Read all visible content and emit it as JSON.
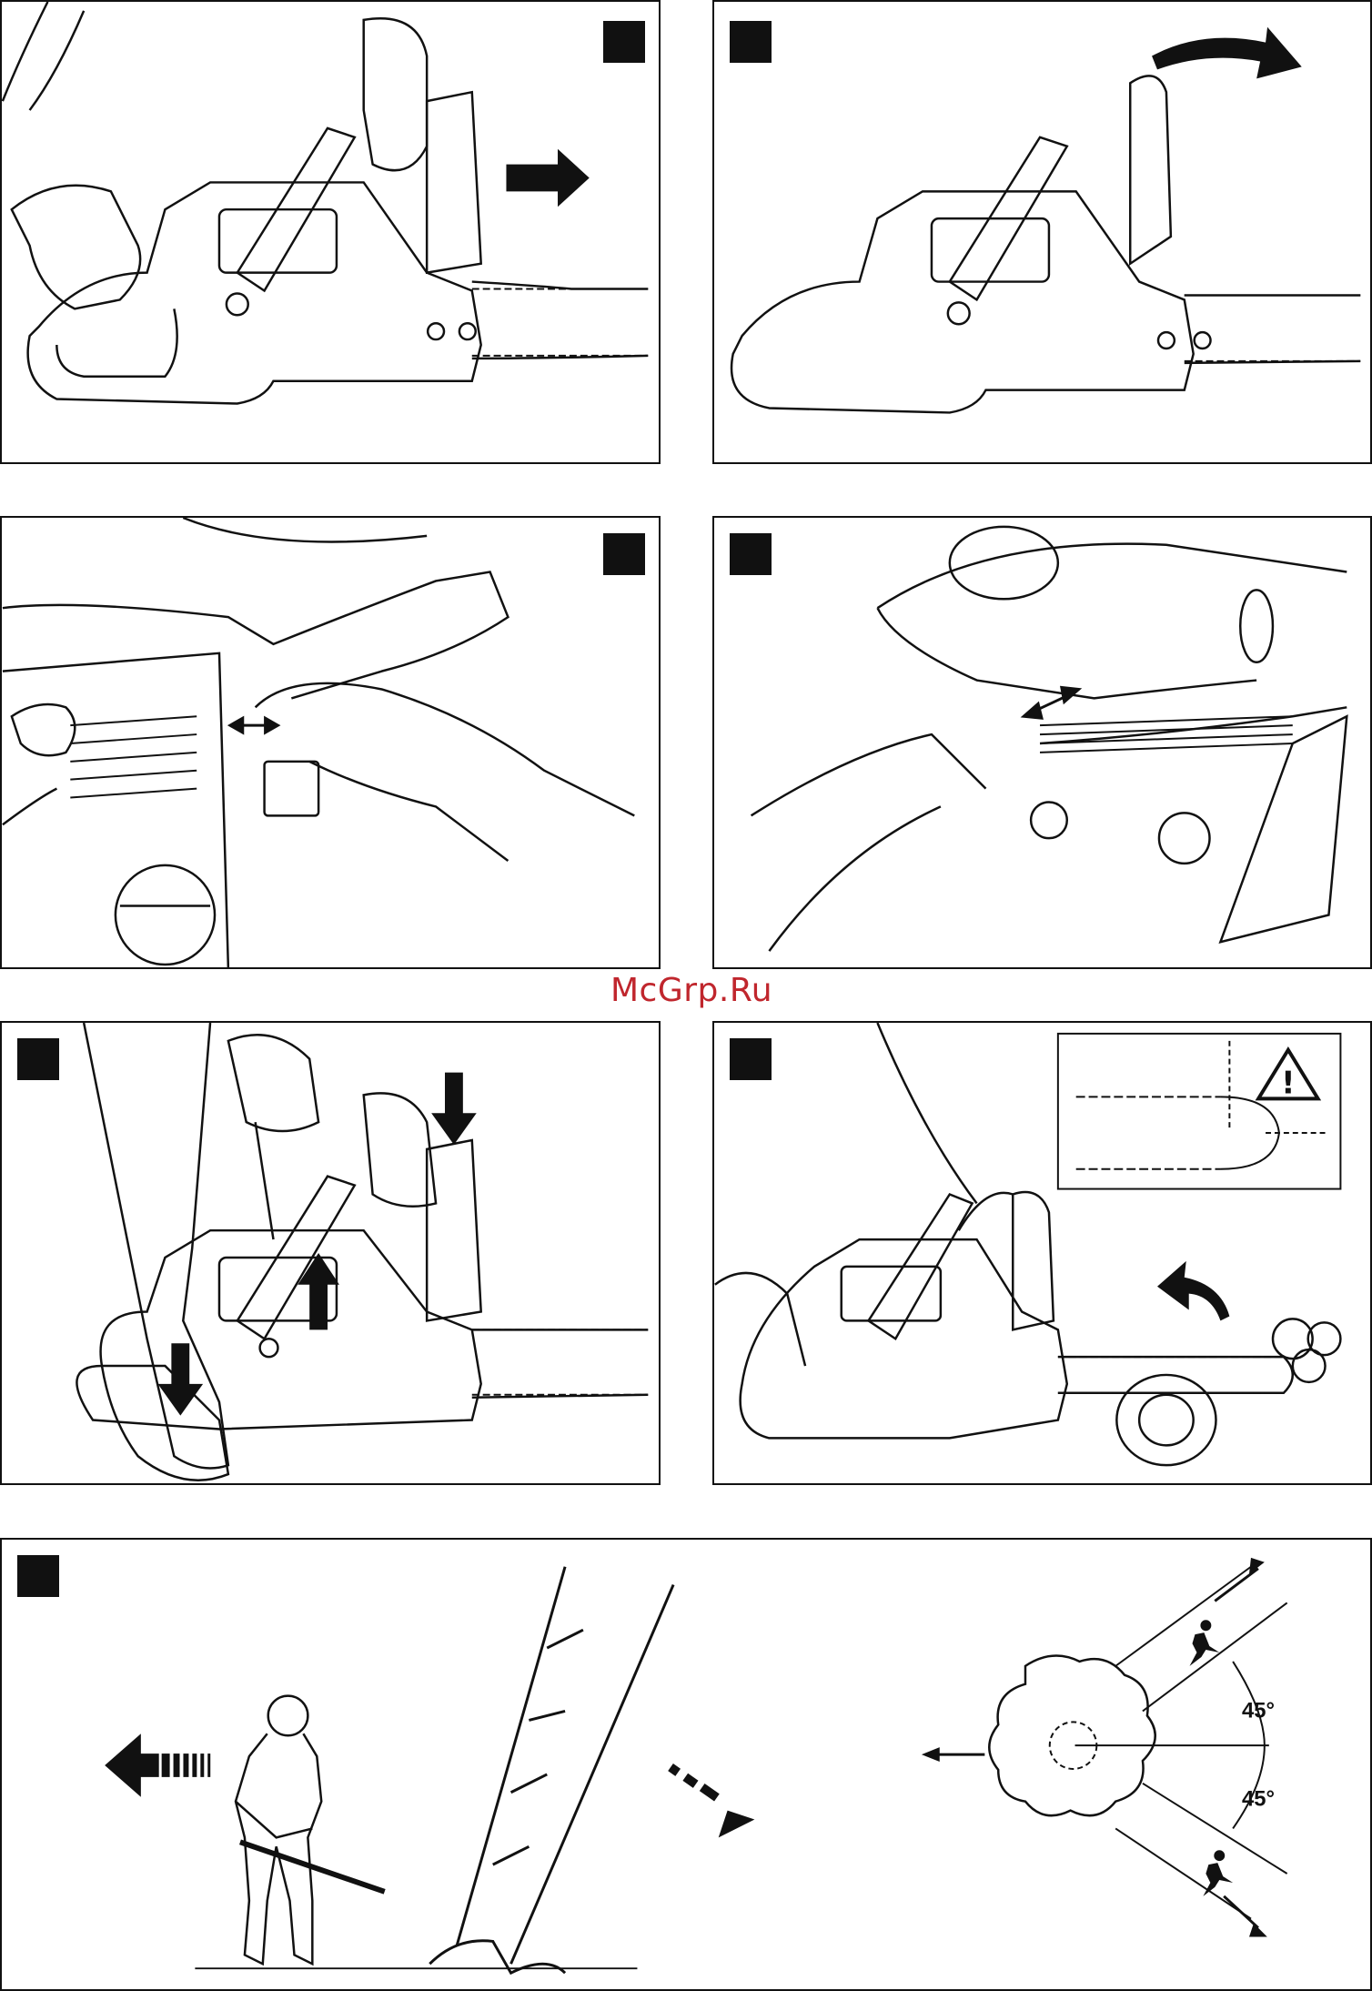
{
  "watermark": "McGrp.Ru",
  "panels": [
    {
      "id": "p1",
      "arrow_direction": "right"
    },
    {
      "id": "p2",
      "arrow_direction": "curved-right"
    },
    {
      "id": "p3",
      "arrow_direction": "left-right"
    },
    {
      "id": "p4",
      "arrow_direction": "diagonal-double"
    },
    {
      "id": "p5",
      "arrow_direction": "up-down"
    },
    {
      "id": "p6",
      "warning_symbol": "!"
    },
    {
      "id": "p7",
      "angle_top": "45°",
      "angle_bottom": "45°"
    }
  ],
  "colors": {
    "ink": "#111111",
    "watermark": "#c0262d",
    "paper": "#ffffff"
  }
}
